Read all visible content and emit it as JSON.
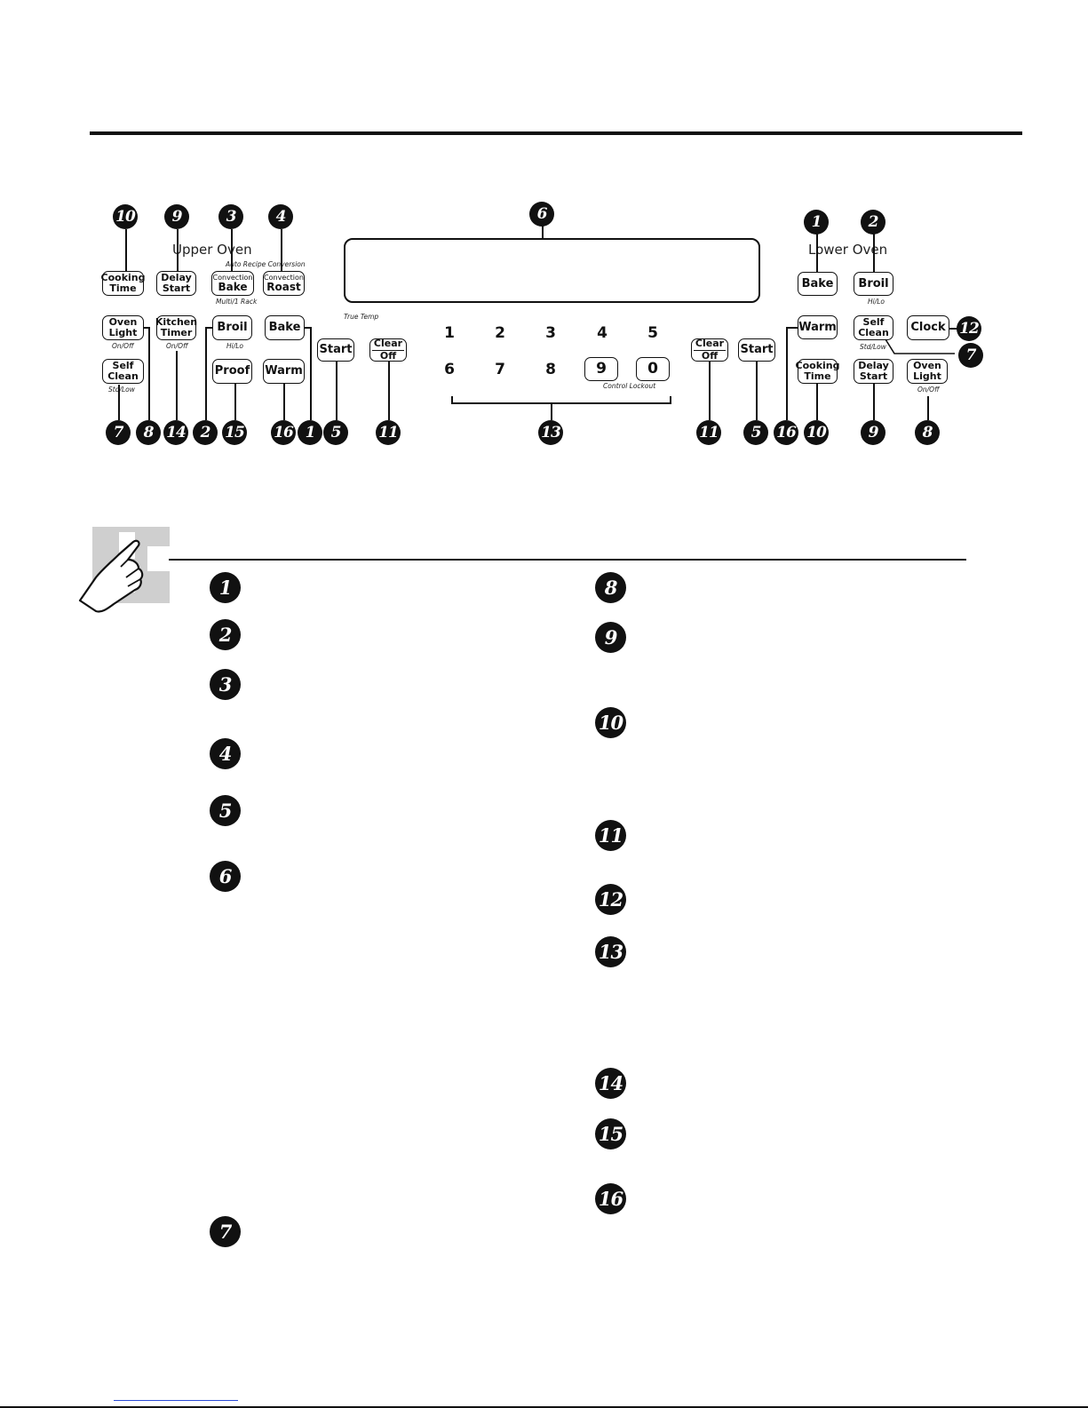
{
  "headings": {
    "upper_oven": "Upper Oven",
    "lower_oven": "Lower Oven"
  },
  "notes": {
    "auto_recipe": "Auto Recipe Conversion",
    "true_temp": "True Temp",
    "multi_rack": "Multi/1 Rack",
    "control_lockout": "Control Lockout"
  },
  "upper_keys": {
    "cooking_time": [
      "Cooking",
      "Time"
    ],
    "delay_start": [
      "Delay",
      "Start"
    ],
    "convection_bake": [
      "Convection",
      "Bake"
    ],
    "convection_roast": [
      "Convection",
      "Roast"
    ],
    "oven_light": [
      "Oven",
      "Light"
    ],
    "oven_light_sub": "On/Off",
    "kitchen_timer": [
      "Kitchen",
      "Timer"
    ],
    "kitchen_timer_sub": "On/Off",
    "broil": "Broil",
    "broil_sub": "Hi/Lo",
    "bake": "Bake",
    "self_clean": [
      "Self",
      "Clean"
    ],
    "self_clean_sub": "Std/Low",
    "proof": "Proof",
    "warm": "Warm",
    "start": "Start",
    "clear_off": [
      "Clear",
      "Off"
    ]
  },
  "number_pad": [
    "1",
    "2",
    "3",
    "4",
    "5",
    "6",
    "7",
    "8",
    "9",
    "0"
  ],
  "lower_keys": {
    "clear_off": [
      "Clear",
      "Off"
    ],
    "start": "Start",
    "bake": "Bake",
    "broil": "Broil",
    "broil_sub": "Hi/Lo",
    "warm": "Warm",
    "self_clean": [
      "Self",
      "Clean"
    ],
    "self_clean_sub": "Std/Low",
    "clock": "Clock",
    "cooking_time": [
      "Cooking",
      "Time"
    ],
    "delay_start": [
      "Delay",
      "Start"
    ],
    "oven_light": [
      "Oven",
      "Light"
    ],
    "oven_light_sub": "On/Off"
  },
  "callouts": {
    "n1": "1",
    "n2": "2",
    "n3": "3",
    "n4": "4",
    "n5": "5",
    "n6": "6",
    "n7": "7",
    "n8": "8",
    "n9": "9",
    "n10": "10",
    "n11": "11",
    "n12": "12",
    "n13": "13",
    "n14": "14",
    "n15": "15",
    "n16": "16"
  },
  "icons": {
    "tip": "pointing-hand-icon"
  }
}
